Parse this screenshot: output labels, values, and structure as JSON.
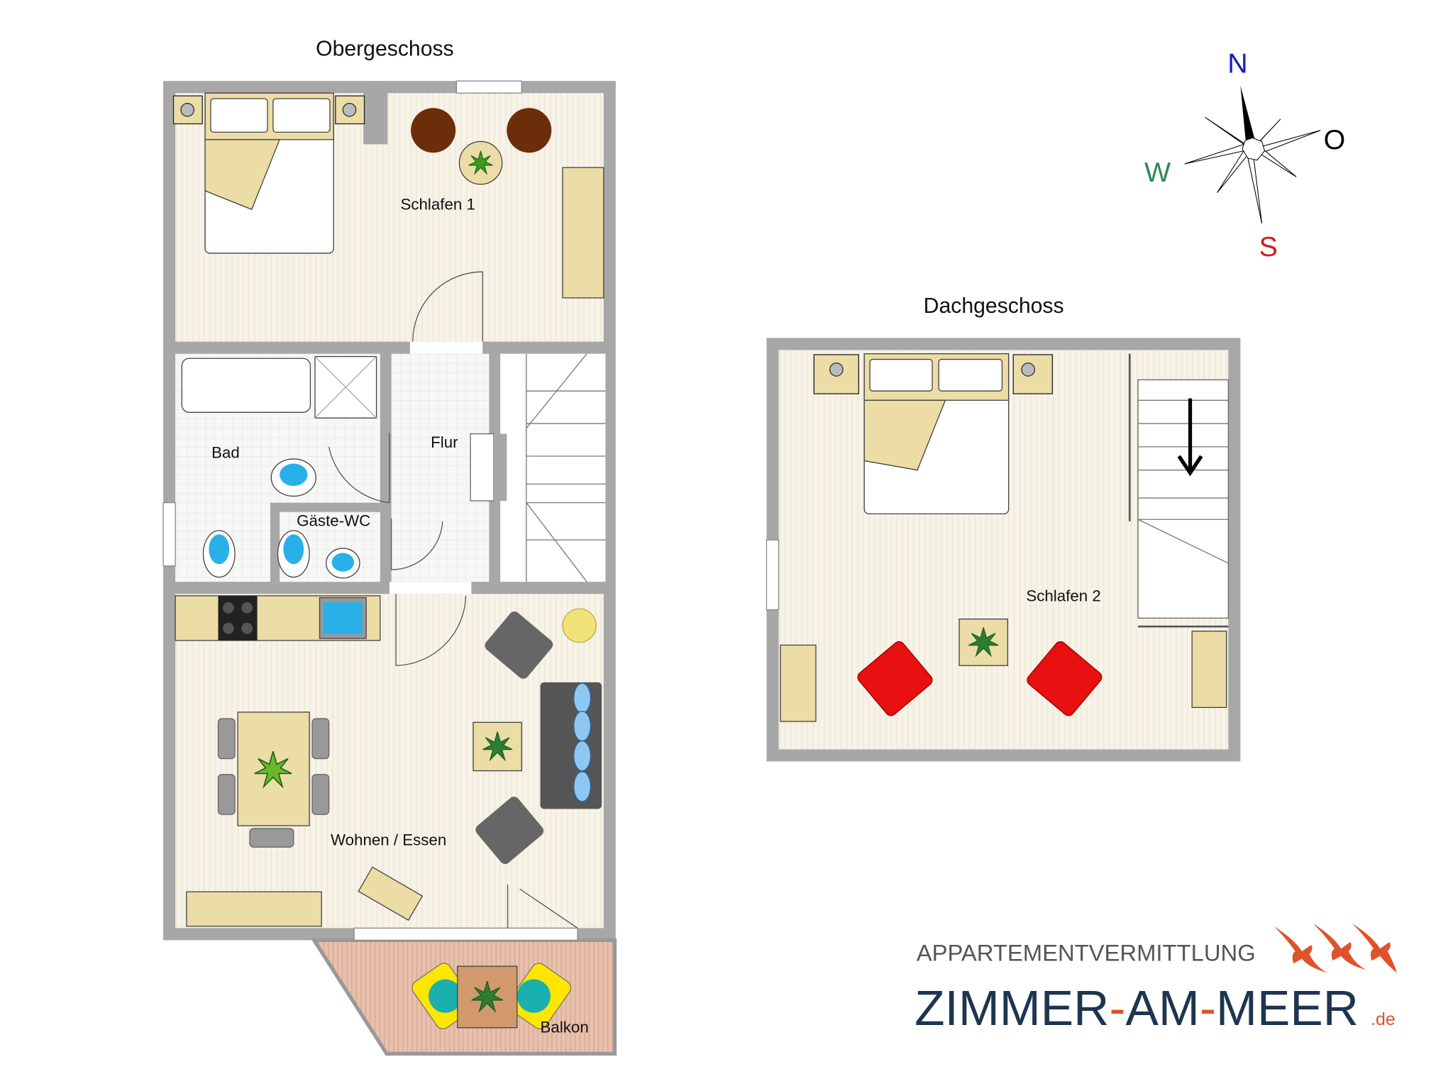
{
  "floors": {
    "upper": {
      "title": "Obergeschoss",
      "rooms": [
        "Schlafen 1",
        "Bad",
        "Flur",
        "Gäste-WC",
        "Wohnen / Essen",
        "Balkon"
      ]
    },
    "attic": {
      "title": "Dachgeschoss",
      "rooms": [
        "Schlafen 2"
      ]
    }
  },
  "compass": {
    "north": "N",
    "east": "O",
    "south": "S",
    "west": "W"
  },
  "logo": {
    "tagline": "APPARTEMENTVERMITTLUNG",
    "part1": "ZIMMER",
    "dash": "-",
    "part2": "AM",
    "part3": "MEER",
    "tld": ".de"
  },
  "colors": {
    "wall": "#a7a7a7",
    "floor": "#f6f2e6",
    "beige": "#ecdca6",
    "brand_navy": "#1d3550",
    "brand_orange": "#e0522a",
    "north": "#1020c0",
    "west": "#2a8a5a",
    "south": "#d81818"
  }
}
